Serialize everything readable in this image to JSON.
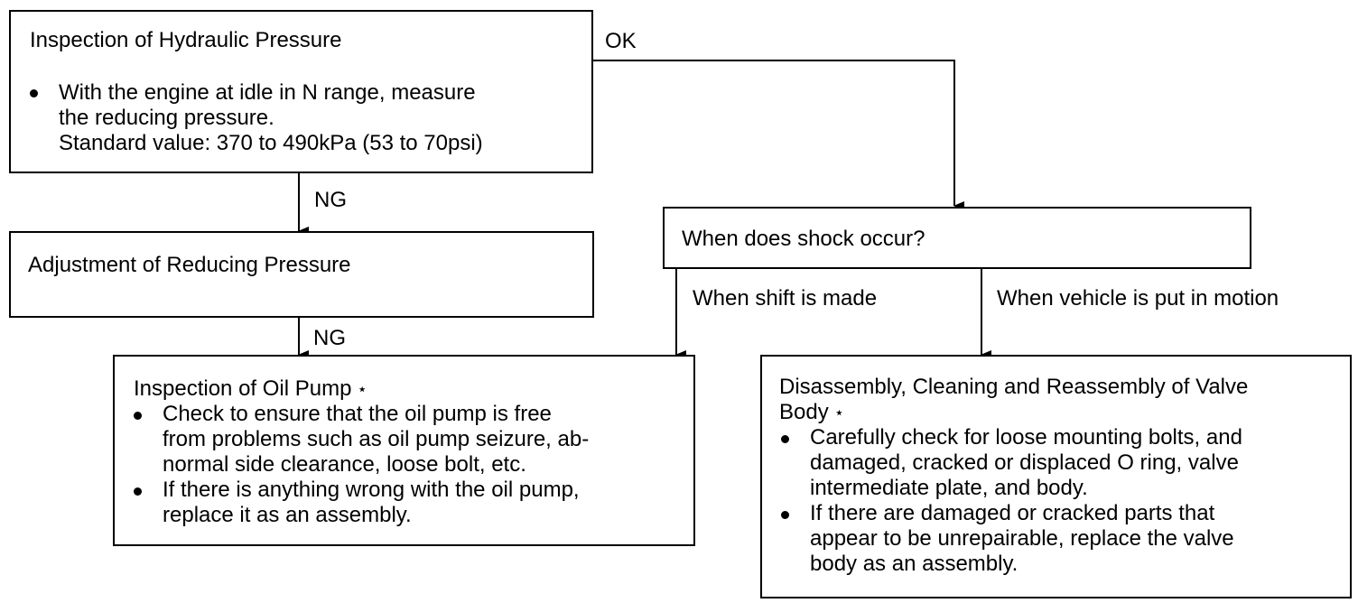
{
  "boxes": {
    "hydraulic": {
      "title": "Inspection of Hydraulic Pressure",
      "lines": [
        "With the engine at idle in N range, measure",
        "the reducing pressure.",
        "Standard value: 370 to 490kPa (53 to 70psi)"
      ]
    },
    "adjustment": {
      "title": "Adjustment of Reducing Pressure"
    },
    "shock": {
      "title": "When does shock occur?"
    },
    "oil_pump": {
      "title": "Inspection of Oil Pump",
      "star": "⋆",
      "lines": [
        "Check to ensure that the oil pump is free",
        "from problems such as oil pump seizure, ab-",
        "normal side clearance, loose bolt, etc.",
        "If there is anything wrong with the oil pump,",
        "replace it as an assembly."
      ]
    },
    "valve_body": {
      "title_line1": "Disassembly, Cleaning and Reassembly of Valve",
      "title_line2": "Body",
      "star": "⋆",
      "lines": [
        "Carefully check for loose mounting bolts, and",
        "damaged, cracked or displaced O ring, valve",
        "intermediate plate, and body.",
        "If there are damaged or cracked parts that",
        "appear to be unrepairable, replace the valve",
        "body as an assembly."
      ]
    }
  },
  "labels": {
    "ok": "OK",
    "ng_1": "NG",
    "ng_2": "NG",
    "when_shift": "When shift is made",
    "when_motion": "When vehicle is put in motion"
  }
}
